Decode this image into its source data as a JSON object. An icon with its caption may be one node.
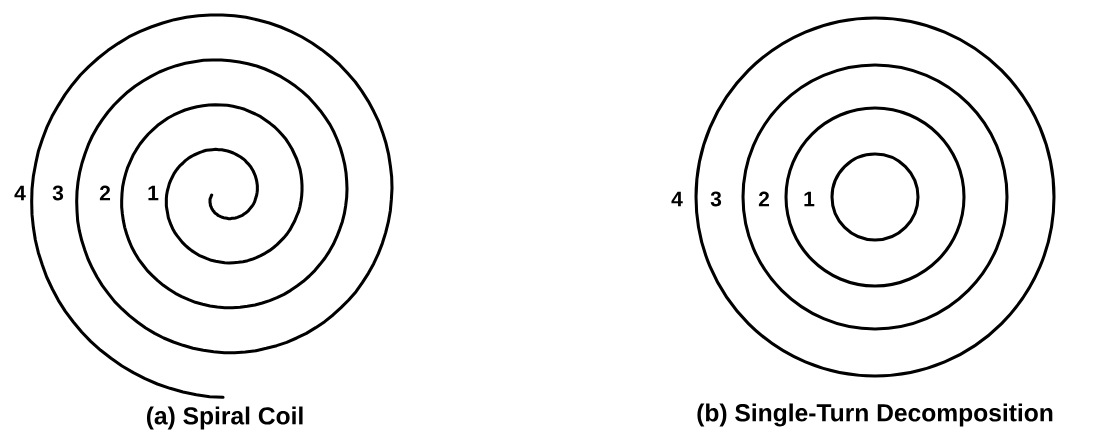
{
  "diagram": {
    "labels": [
      "4",
      "3",
      "2",
      "1",
      "(a) Spiral Coil",
      "4",
      "3",
      "2",
      "1",
      "(b) Single-Turn Decomposition"
    ]
  }
}
